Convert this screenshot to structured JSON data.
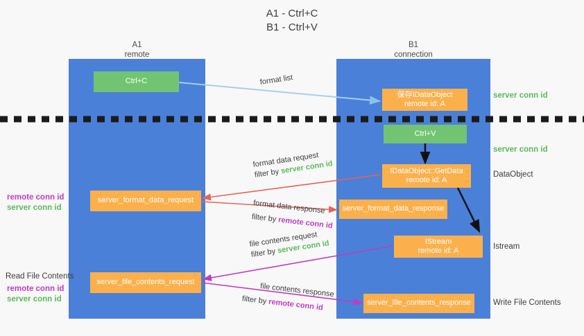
{
  "title": {
    "line1": "A1 - Ctrl+C",
    "line2": "B1 - Ctrl+V"
  },
  "lanes": [
    {
      "id": "a1",
      "name": "A1",
      "sub": "remote"
    },
    {
      "id": "b1",
      "name": "B1",
      "sub": "connection"
    }
  ],
  "boxes": {
    "ctrl_c": {
      "label": "Ctrl+C",
      "color": "#72c472"
    },
    "ctrl_v": {
      "label": "Ctrl+V",
      "color": "#72c472"
    },
    "idataobject_store": {
      "line1": "保存IDataObject",
      "line2": "remote id: A",
      "color": "#fbb04c"
    },
    "idataobject_getdata": {
      "line1": "IDataObject::GetData",
      "line2": "remote id: A",
      "color": "#fbb04c"
    },
    "istream": {
      "line1": "IStream",
      "line2": "remote id: A",
      "color": "#fbb04c"
    },
    "format_data_request": {
      "label": "server_format_data_request",
      "color": "#fbb04c"
    },
    "format_data_response": {
      "label": "server_format_data_response",
      "color": "#fbb04c"
    },
    "file_contents_request": {
      "label": "server_file_contents_request",
      "color": "#fbb04c"
    },
    "file_contents_response": {
      "label": "server_file_contents_response",
      "color": "#fbb04c"
    }
  },
  "edges": {
    "format_list": {
      "label": "format list"
    },
    "format_data_request": {
      "label": "format data request",
      "filter_prefix": "filter by ",
      "filter_key": "server conn id"
    },
    "format_data_response": {
      "label": "format data response",
      "filter_prefix": "filter by ",
      "filter_key": "remote conn id"
    },
    "file_contents_request": {
      "label": "file contents request",
      "filter_prefix": "filter by ",
      "filter_key": "server conn id"
    },
    "file_contents_response": {
      "label": "file contents response",
      "filter_prefix": "filter by ",
      "filter_key": "remote conn id"
    }
  },
  "annotations": {
    "right_server_conn_id_top": "server conn id",
    "right_server_conn_id_mid": "server conn id",
    "right_dataobject": "DataObject",
    "right_istream": "Istream",
    "right_write_file_contents": "Write File Contents",
    "left_remote_conn_id_1": "remote conn id",
    "left_server_conn_id_1": "server conn id",
    "left_read_file_contents": "Read File Contents",
    "left_remote_conn_id_2": "remote conn id",
    "left_server_conn_id_2": "server conn id"
  },
  "colors": {
    "lane": "#4a80d8",
    "box_green": "#72c472",
    "box_orange": "#fbb04c",
    "accent_green": "#5cb85c",
    "accent_purple": "#c03cc0",
    "arrow_light_blue": "#a8cdf0",
    "arrow_red": "#e8625a",
    "arrow_magenta": "#c03cc0",
    "arrow_black": "#111111",
    "background": "#f8f8f8"
  }
}
